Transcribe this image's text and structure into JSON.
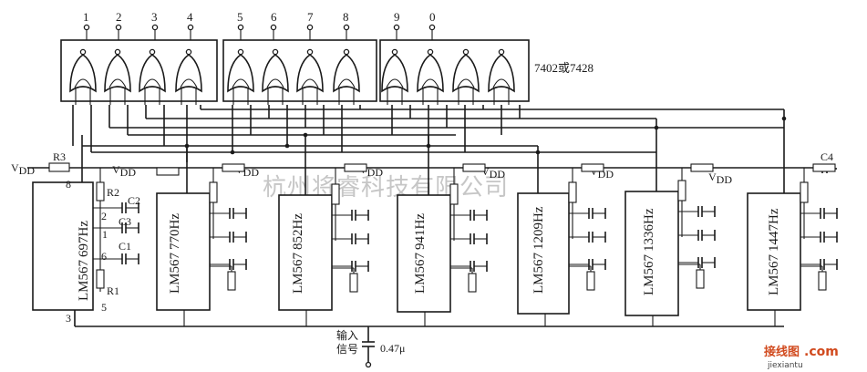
{
  "gate_pins": [
    "1",
    "2",
    "3",
    "4",
    "5",
    "6",
    "7",
    "8",
    "9",
    "0"
  ],
  "gate_ic_label": "7402或7428",
  "decoders": [
    {
      "part": "LM567",
      "freq": "697Hz"
    },
    {
      "part": "LM567",
      "freq": "770Hz"
    },
    {
      "part": "LM567",
      "freq": "852Hz"
    },
    {
      "part": "LM567",
      "freq": "941Hz"
    },
    {
      "part": "LM567",
      "freq": "1209Hz"
    },
    {
      "part": "LM567",
      "freq": "1336Hz"
    },
    {
      "part": "LM567",
      "freq": "1447Hz"
    }
  ],
  "supply": {
    "vdd_main": "V",
    "vdd_sub": "DD"
  },
  "components": {
    "r3": "R3",
    "r2": "R2",
    "r1": "R1",
    "c1": "C1",
    "c2": "C2",
    "c3": "C3",
    "c4": "C4"
  },
  "pins_first": {
    "p8": "8",
    "p2": "2",
    "p6": "6",
    "p1": "1",
    "p3": "3",
    "p5": "5"
  },
  "input": {
    "line1": "输入",
    "line2": "信号",
    "cap": "0.47μ"
  },
  "watermark": "杭州将睿科技有限公司",
  "logo": {
    "cn": "接线图",
    "dom": ".com",
    "url": "jiexiantu"
  }
}
